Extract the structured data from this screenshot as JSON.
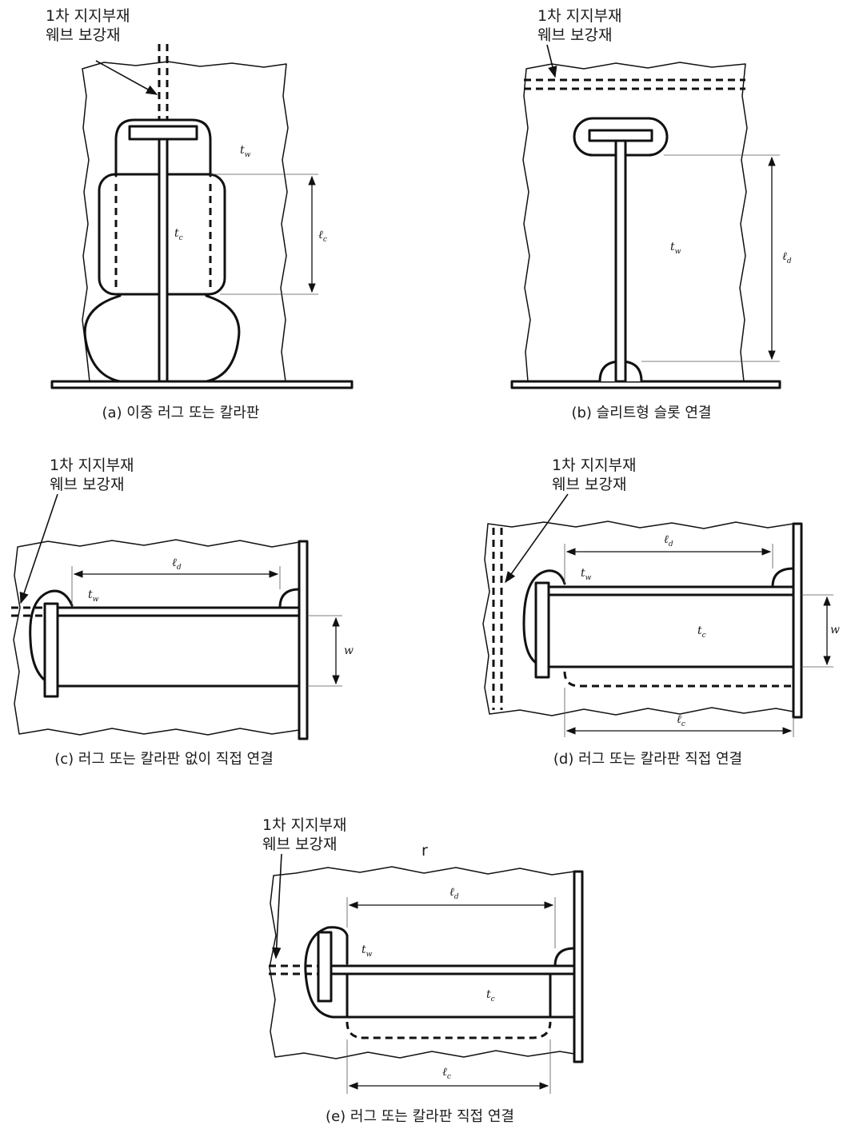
{
  "figure": {
    "callout_line1": "1차 지지부재",
    "callout_line2": "웨브 보강재",
    "stray_r": "r",
    "panels": {
      "a": {
        "caption": "(a) 이중 러그 또는 칼라판"
      },
      "b": {
        "caption": "(b) 슬리트형 슬롯 연결"
      },
      "c": {
        "caption": "(c) 러그 또는 칼라판 없이 직접 연결"
      },
      "d": {
        "caption": "(d) 러그 또는 칼라판 직접 연결"
      },
      "e": {
        "caption": "(e) 러그 또는 칼라판 직접 연결"
      }
    },
    "symbols": {
      "t": "t",
      "l": "ℓ",
      "w_sub": "w",
      "c_sub": "c",
      "d_sub": "d",
      "w": "w"
    }
  }
}
